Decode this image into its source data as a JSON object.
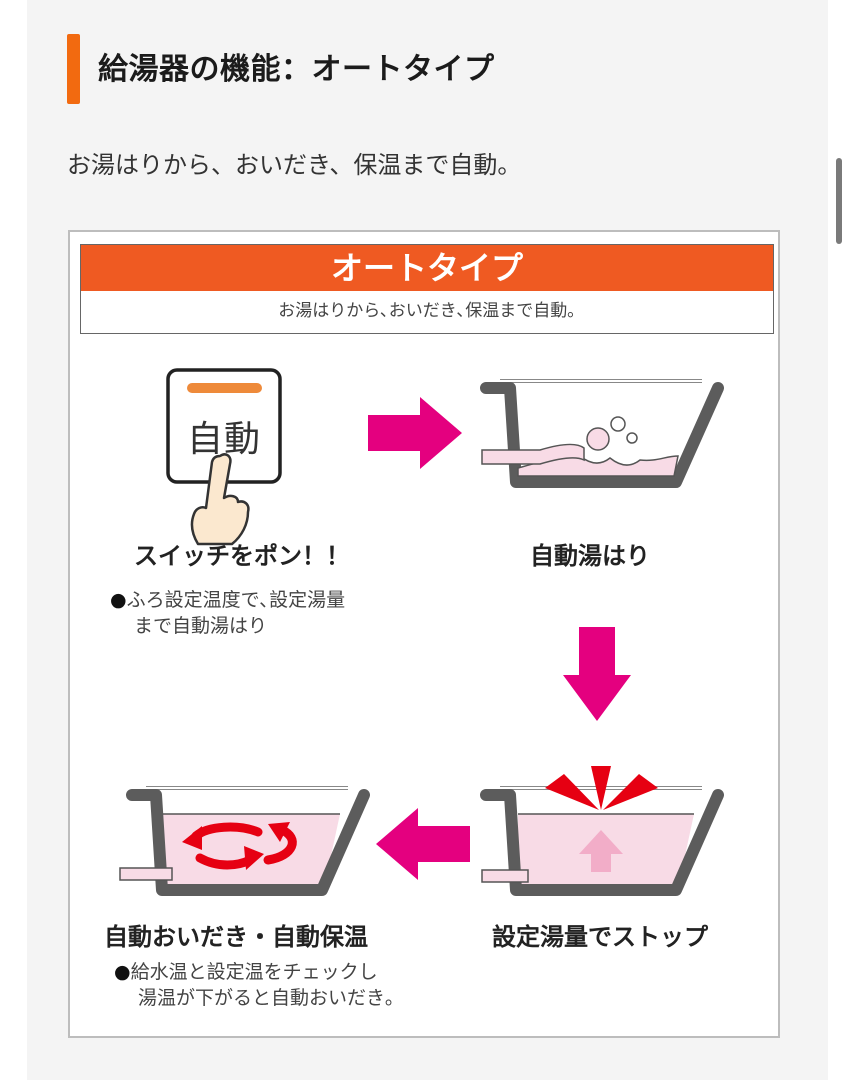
{
  "header": {
    "title": "給湯器の機能：オートタイプ",
    "intro": "お湯はりから、おいだき、保温まで自動。"
  },
  "figure": {
    "banner_title": "オートタイプ",
    "banner_subtitle": "お湯はりから､おいだき､保温まで自動｡",
    "switch_label": "自動",
    "steps": [
      {
        "label": "スイッチをポン！！",
        "note_bullet": "●",
        "note_line1": "ふろ設定温度で､設定湯量",
        "note_line2": "まで自動湯はり"
      },
      {
        "label": "自動湯はり"
      },
      {
        "label": "設定湯量でストップ"
      },
      {
        "label": "自動おいだき・自動保温",
        "note_bullet": "●",
        "note_line1": "給水温と設定温をチェックし",
        "note_line2": "湯温が下がると自動おいだき｡"
      }
    ]
  },
  "colors": {
    "accent": "#f26a10",
    "banner": "#ef5a22",
    "arrow": "#e4007f",
    "water": "#f8dbe6",
    "tub": "#5c5c5c",
    "stop_red": "#e60012"
  }
}
